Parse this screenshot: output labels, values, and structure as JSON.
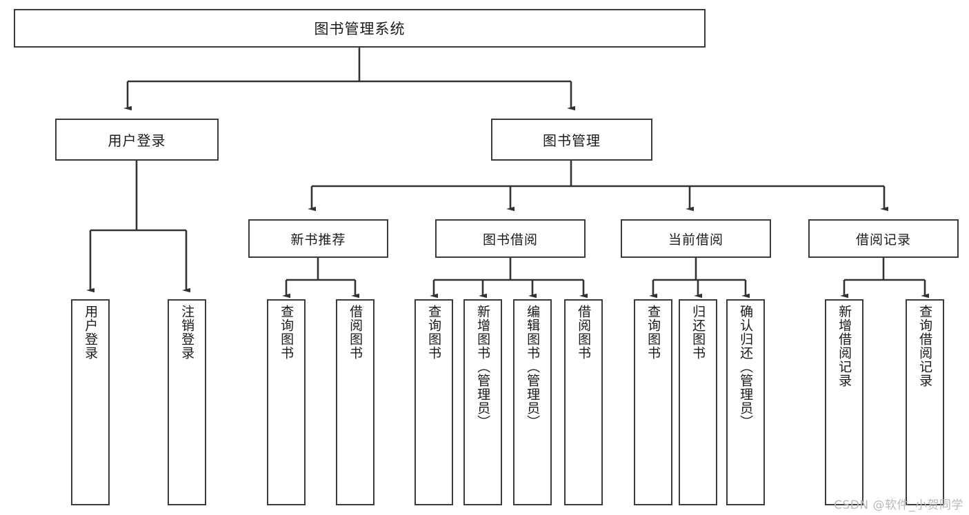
{
  "diagram": {
    "title": "图书管理系统",
    "type": "tree-hierarchy-diagram",
    "watermark": "CSDN @软件_小贺同学",
    "colors": {
      "background": "#ffffff",
      "border": "#3b3b3b",
      "text": "#1a1a1a",
      "connector": "#3b3b3b",
      "watermark": "#b9b9b9"
    }
  },
  "nodes": {
    "root": {
      "label": "图书管理系统"
    },
    "level2": [
      {
        "id": "user-login",
        "label": "用户登录"
      },
      {
        "id": "book-manage",
        "label": "图书管理"
      }
    ],
    "level3": [
      {
        "id": "new-book-recommend",
        "label": "新书推荐"
      },
      {
        "id": "book-borrow",
        "label": "图书借阅"
      },
      {
        "id": "current-borrow",
        "label": "当前借阅"
      },
      {
        "id": "borrow-record",
        "label": "借阅记录"
      }
    ],
    "leaves": [
      {
        "id": "leaf-user-login",
        "label": "用户登录",
        "parent": "user-login"
      },
      {
        "id": "leaf-logout",
        "label": "注销登录",
        "parent": "user-login"
      },
      {
        "id": "leaf-query-book-1",
        "label": "查询图书",
        "parent": "new-book-recommend"
      },
      {
        "id": "leaf-borrow-book-1",
        "label": "借阅图书",
        "parent": "new-book-recommend"
      },
      {
        "id": "leaf-query-book-2",
        "label": "查询图书",
        "parent": "book-borrow"
      },
      {
        "id": "leaf-add-book",
        "label": "新增图书（管理员）",
        "parent": "book-borrow"
      },
      {
        "id": "leaf-edit-book",
        "label": "编辑图书（管理员）",
        "parent": "book-borrow"
      },
      {
        "id": "leaf-borrow-book-2",
        "label": "借阅图书",
        "parent": "book-borrow"
      },
      {
        "id": "leaf-query-book-3",
        "label": "查询图书",
        "parent": "current-borrow"
      },
      {
        "id": "leaf-return-book",
        "label": "归还图书",
        "parent": "current-borrow"
      },
      {
        "id": "leaf-confirm-return",
        "label": "确认归还（管理员）",
        "parent": "current-borrow"
      },
      {
        "id": "leaf-add-record",
        "label": "新增借阅记录",
        "parent": "borrow-record"
      },
      {
        "id": "leaf-query-record",
        "label": "查询借阅记录",
        "parent": "borrow-record"
      }
    ]
  }
}
